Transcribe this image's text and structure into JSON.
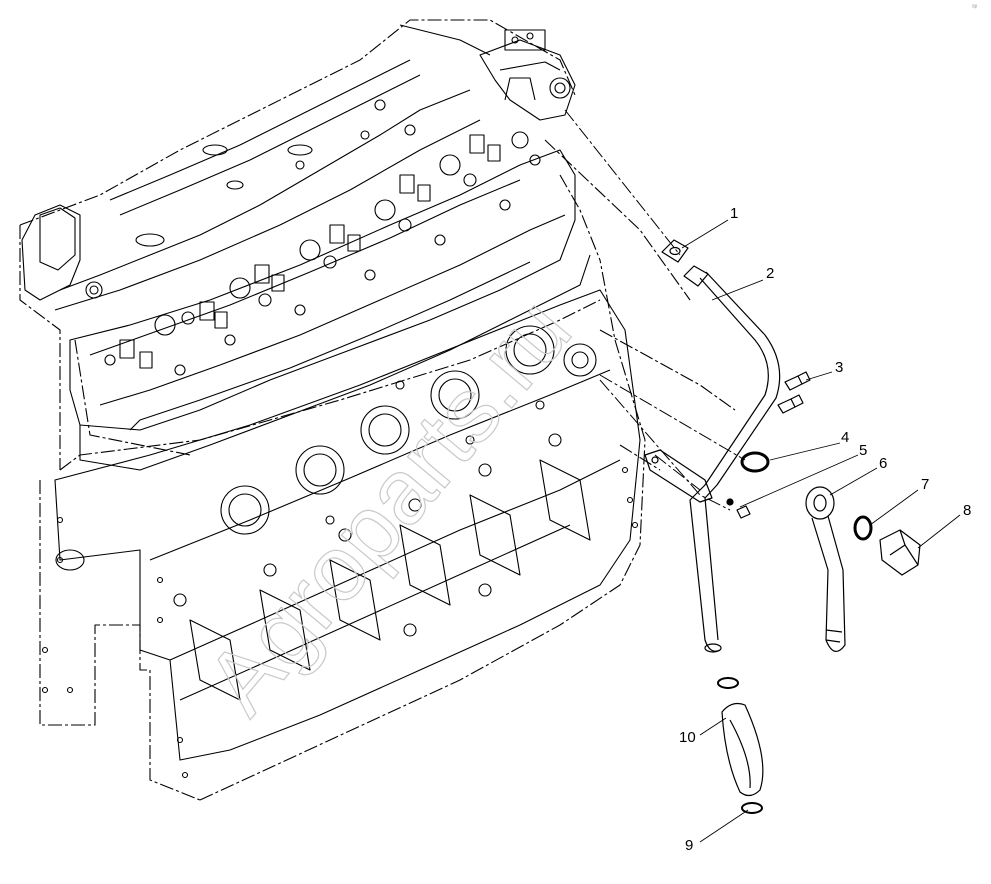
{
  "watermark": "Agroparts.ru",
  "corner_mark": "ᵃᵖ",
  "callouts": [
    {
      "id": "1",
      "label": "1"
    },
    {
      "id": "2",
      "label": "2"
    },
    {
      "id": "3",
      "label": "3"
    },
    {
      "id": "4",
      "label": "4"
    },
    {
      "id": "5",
      "label": "5"
    },
    {
      "id": "6",
      "label": "6"
    },
    {
      "id": "7",
      "label": "7"
    },
    {
      "id": "8",
      "label": "8"
    },
    {
      "id": "9",
      "label": "9"
    },
    {
      "id": "10",
      "label": "10"
    }
  ],
  "colors": {
    "line": "#000000",
    "watermark": "#c9c9c9",
    "background": "#ffffff"
  }
}
